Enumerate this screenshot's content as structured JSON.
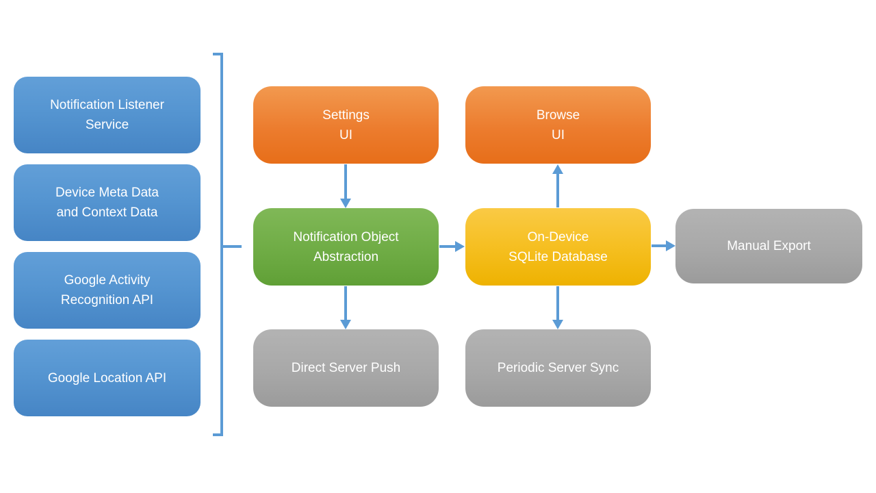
{
  "diagram": {
    "type": "flowchart",
    "background_color": "#FFFFFF",
    "text_color": "#FFFFFF",
    "connector_color": "#5B9BD5",
    "node_colors": {
      "blue": "#5B9BD5",
      "orange": "#ED7D31",
      "green": "#70AD47",
      "yellow": "#FFC000",
      "gray": "#A5A5A5"
    },
    "nodes": {
      "notification_listener_service": {
        "lines": [
          "Notification Listener",
          "Service"
        ],
        "color": "blue"
      },
      "device_meta_data": {
        "lines": [
          "Device Meta Data",
          "and Context Data"
        ],
        "color": "blue"
      },
      "google_activity_recognition": {
        "lines": [
          "Google Activity",
          "Recognition API"
        ],
        "color": "blue"
      },
      "google_location_api": {
        "lines": [
          "Google Location API"
        ],
        "color": "blue"
      },
      "settings_ui": {
        "lines": [
          "Settings",
          "UI"
        ],
        "color": "orange"
      },
      "browse_ui": {
        "lines": [
          "Browse",
          "UI"
        ],
        "color": "orange"
      },
      "notification_object_abstraction": {
        "lines": [
          "Notification Object",
          "Abstraction"
        ],
        "color": "green"
      },
      "on_device_sqlite_database": {
        "lines": [
          "On-Device",
          "SQLite Database"
        ],
        "color": "yellow"
      },
      "direct_server_push": {
        "lines": [
          "Direct Server Push"
        ],
        "color": "gray"
      },
      "periodic_server_sync": {
        "lines": [
          "Periodic Server Sync"
        ],
        "color": "gray"
      },
      "manual_export": {
        "lines": [
          "Manual Export"
        ],
        "color": "gray"
      }
    },
    "connections": [
      {
        "from": "blue_sources_bracket",
        "to": "notification_object_abstraction",
        "style": "bracket"
      },
      {
        "from": "settings_ui",
        "to": "notification_object_abstraction",
        "direction": "down"
      },
      {
        "from": "notification_object_abstraction",
        "to": "on_device_sqlite_database",
        "direction": "right"
      },
      {
        "from": "notification_object_abstraction",
        "to": "direct_server_push",
        "direction": "down"
      },
      {
        "from": "on_device_sqlite_database",
        "to": "browse_ui",
        "direction": "up"
      },
      {
        "from": "on_device_sqlite_database",
        "to": "periodic_server_sync",
        "direction": "down"
      },
      {
        "from": "on_device_sqlite_database",
        "to": "manual_export",
        "direction": "right"
      }
    ]
  }
}
